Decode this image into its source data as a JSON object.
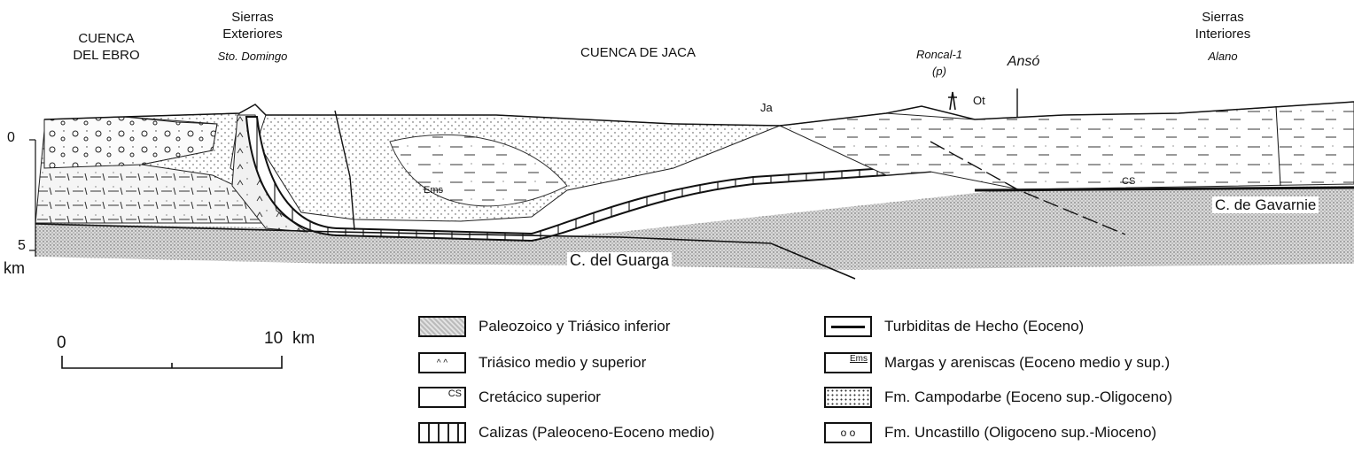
{
  "regions": {
    "ebro_line1": "CUENCA",
    "ebro_line2": "DEL EBRO",
    "ext_line1": "Sierras",
    "ext_line2": "Exteriores",
    "ext_place": "Sto. Domingo",
    "jaca": "CUENCA DE JACA",
    "roncal_line1": "Roncal-1",
    "roncal_line2": "(p)",
    "anso": "Ansó",
    "int_line1": "Sierras",
    "int_line2": "Interiores",
    "int_place": "Alano"
  },
  "section_labels": {
    "ja": "Ja",
    "ot": "Ot",
    "ems": "Ems",
    "cs": "CS",
    "gavarnie": "C. de Gavarnie",
    "guarga": "C. del Guarga"
  },
  "depth_axis": {
    "top": "0",
    "bottom": "5",
    "unit": "km"
  },
  "scale_bar": {
    "start": "0",
    "end": "10",
    "unit": "km"
  },
  "legend": [
    {
      "label": "Paleozoico y Triásico inferior",
      "pattern": "paleozoic-dense-dots"
    },
    {
      "label": "Triásico medio y superior",
      "pattern": "carets",
      "swatch_text": "^  ^"
    },
    {
      "label": "Cretácico superior",
      "pattern": "cs-text",
      "swatch_text": "CS"
    },
    {
      "label": "Calizas (Paleoceno-Eoceno medio)",
      "pattern": "brick"
    },
    {
      "label": "Turbiditas de Hecho (Eoceno)",
      "pattern": "thick-line"
    },
    {
      "label": "Margas y areniscas (Eoceno medio y sup.)",
      "pattern": "dashes-ems",
      "swatch_text": "Ems"
    },
    {
      "label": "Fm. Campodarbe (Eoceno sup.-Oligoceno)",
      "pattern": "sparse-dots"
    },
    {
      "label": "Fm. Uncastillo (Oligoceno sup.-Mioceno)",
      "pattern": "circles",
      "swatch_text": "o   o"
    }
  ]
}
